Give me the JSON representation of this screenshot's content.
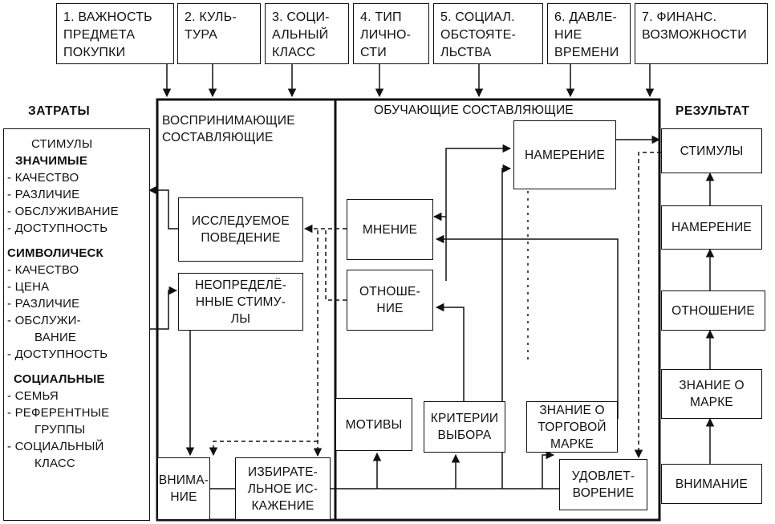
{
  "factors": [
    "1. ВАЖНОСТЬ\nПРЕДМЕТА\nПОКУПКИ",
    "2. КУЛЬ-\nТУРА",
    "3. СОЦИ-\nАЛЬНЫЙ\nКЛАСС",
    "4. ТИП\nЛИЧНО-\nСТИ",
    "5. СОЦИАЛ.\nОБСТОЯТЕ-\nЛЬСТВА",
    "6. ДАВЛЕ-\nНИЕ\nВРЕМЕНИ",
    "7. ФИНАНС.\nВОЗМОЖНОСТИ"
  ],
  "headings": {
    "inputs": "ЗАТРАТЫ",
    "outputs": "РЕЗУЛЬТАТ"
  },
  "inputs": {
    "title": "СТИМУЛЫ",
    "significant_title": "ЗНАЧИМЫЕ",
    "significant": [
      "- КАЧЕСТВО",
      "- РАЗЛИЧИЕ",
      "- ОБСЛУЖИВАНИЕ",
      "- ДОСТУПНОСТЬ"
    ],
    "symbolic_title": "СИМВОЛИЧЕСК",
    "symbolic": [
      "- КАЧЕСТВО",
      "- ЦЕНА",
      "- РАЗЛИЧИЕ",
      "- ОБСЛУЖИ-",
      "ВАНИЕ",
      "- ДОСТУПНОСТЬ"
    ],
    "social_title": "СОЦИАЛЬНЫЕ",
    "social": [
      "- СЕМЬЯ",
      "- РЕФЕРЕНТНЫЕ",
      "ГРУППЫ",
      "- СОЦИАЛЬНЫЙ",
      "КЛАСС"
    ]
  },
  "perceptual": {
    "title": "ВОСПРИНИМАЮЩИЕ\nСОСТАВЛЯЮЩИЕ",
    "overt_search": "ИССЛЕДУЕМОЕ\nПОВЕДЕНИЕ",
    "ambiguity": "НЕОПРЕДЕЛЁ-\nННЫЕ СТИМУ-\nЛЫ",
    "attention": "ВНИМА-\nНИЕ",
    "bias": "ИЗБИРАТЕ-\nЛЬНОЕ ИС-\nКАЖЕНИЕ"
  },
  "learning": {
    "title": "ОБУЧАЮЩИЕ СОСТАВЛЯЮЩИЕ",
    "intention": "НАМЕРЕНИЕ",
    "opinion": "МНЕНИЕ",
    "attitude": "ОТНОШЕ-\nНИЕ",
    "motives": "МОТИВЫ",
    "criteria": "КРИТЕРИИ\nВЫБОРА",
    "brand_knowledge": "ЗНАНИЕ О\nТОРГОВОЙ\nМАРКЕ",
    "satisfaction": "УДОВЛЕТ-\nВОРЕНИЕ"
  },
  "outputs": [
    "СТИМУЛЫ",
    "НАМЕРЕНИЕ",
    "ОТНОШЕНИЕ",
    "ЗНАНИЕ О\nМАРКЕ",
    "ВНИМАНИЕ"
  ],
  "colors": {
    "ink": "#111111",
    "background": "#ffffff"
  }
}
